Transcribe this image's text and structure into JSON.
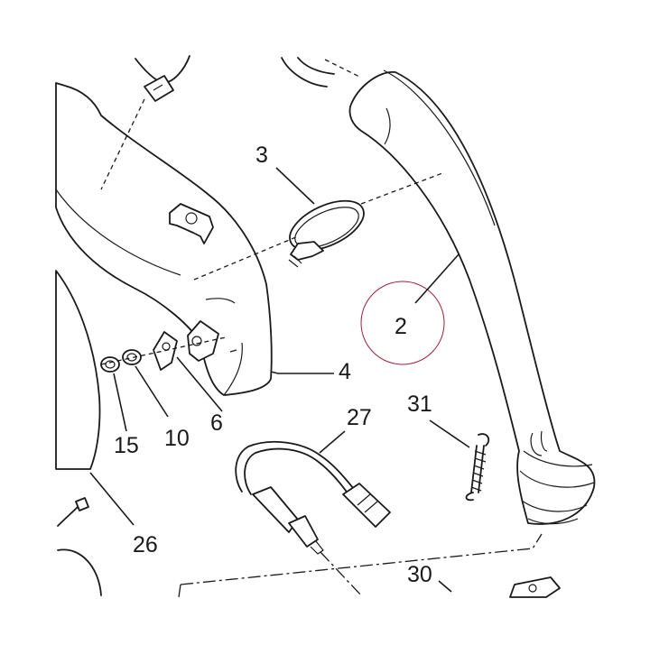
{
  "callouts": [
    {
      "id": "3",
      "label": "3"
    },
    {
      "id": "2",
      "label": "2"
    },
    {
      "id": "4",
      "label": "4"
    },
    {
      "id": "6",
      "label": "6"
    },
    {
      "id": "10",
      "label": "10"
    },
    {
      "id": "15",
      "label": "15"
    },
    {
      "id": "27",
      "label": "27"
    },
    {
      "id": "31",
      "label": "31"
    },
    {
      "id": "26",
      "label": "26"
    },
    {
      "id": "30",
      "label": "30"
    }
  ],
  "highlight_color": "#a0203a"
}
